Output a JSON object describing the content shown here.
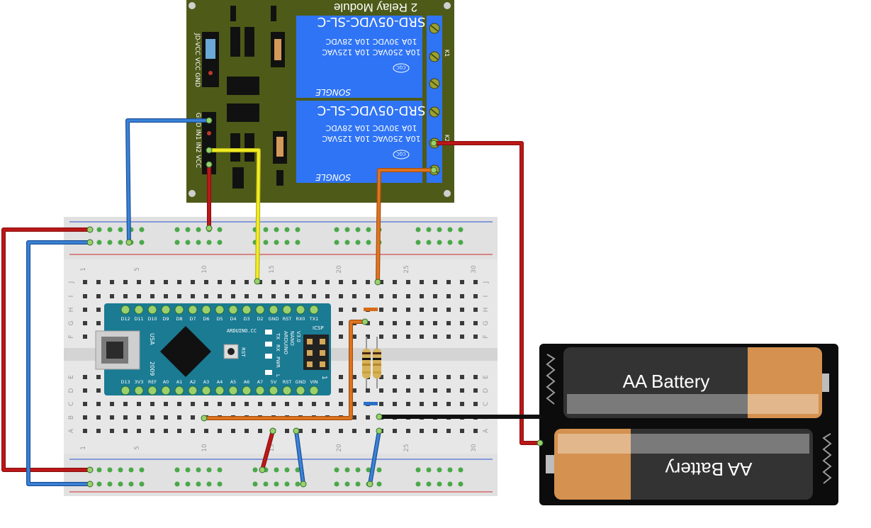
{
  "relay_module": {
    "title": "2 Relay Module",
    "jumper_label": "JD-VCC VCC GND",
    "input_label": "GND IN1 IN2 VCC",
    "relays": [
      {
        "model": "SRD-05VDC-SL-C",
        "rating_ac": "10A 250VAC 10A 125VAC",
        "rating_dc": "10A 30VDC 10A 28VDC",
        "brand": "SONGLE",
        "cert": "CQC",
        "channel": "K1"
      },
      {
        "model": "SRD-05VDC-SL-C",
        "rating_ac": "10A 250VAC 10A 125VAC",
        "rating_dc": "10A 30VDC 10A 28VDC",
        "brand": "SONGLE",
        "cert": "CQC",
        "channel": "K2"
      }
    ]
  },
  "breadboard": {
    "columns_top": [
      "1",
      "5",
      "10",
      "15",
      "20",
      "25",
      "30"
    ],
    "rows_left": [
      "J",
      "I",
      "H",
      "G",
      "F",
      "E",
      "D",
      "C",
      "B",
      "A"
    ]
  },
  "arduino": {
    "top_pins": [
      "D12",
      "D11",
      "D10",
      "D9",
      "D8",
      "D7",
      "D6",
      "D5",
      "D4",
      "D3",
      "D2",
      "GND",
      "RST",
      "RX0",
      "TX1"
    ],
    "bottom_pins": [
      "D13",
      "3V3",
      "REF",
      "A0",
      "A1",
      "A2",
      "A3",
      "A4",
      "A5",
      "A6",
      "A7",
      "5V",
      "RST",
      "GND",
      "VIN"
    ],
    "brand_url": "ARDUINO.CC",
    "name_lines": [
      "ARDUINO",
      "NANO",
      "V3.0"
    ],
    "country": "USA",
    "year": "2009",
    "led_labels": [
      "TX",
      "RX",
      "PWR",
      "L"
    ],
    "button_label": "RST",
    "header_label": "ICSP",
    "header_mark": "1"
  },
  "battery": {
    "label_top": "AA Battery",
    "label_bottom": "AA Battery"
  },
  "colors": {
    "relay_board": "#4e5a18",
    "relay_blue": "#2f74f5",
    "arduino_teal": "#1a7b93",
    "wire_red": "#b01313",
    "wire_blue": "#2a6fc8",
    "wire_yellow": "#f3ee23",
    "wire_orange": "#d86b17",
    "wire_black": "#111111",
    "battery_gold": "#d4914f"
  }
}
